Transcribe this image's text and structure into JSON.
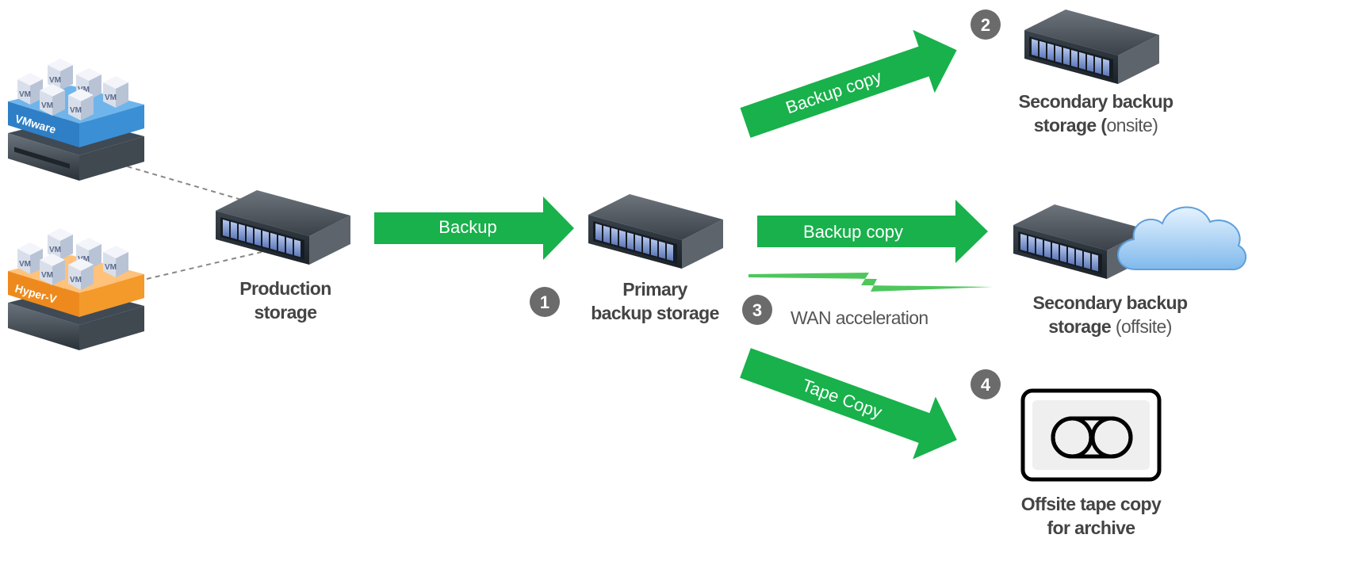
{
  "hypervisors": [
    {
      "label": "VMware",
      "vm_label": "VM",
      "color": "#3b8fd4"
    },
    {
      "label": "Hyper-V",
      "vm_label": "VM",
      "color": "#f39a2b"
    }
  ],
  "nodes": {
    "production": {
      "line1": "Production",
      "line2": "storage"
    },
    "primary": {
      "line1": "Primary",
      "line2": "backup storage"
    },
    "secondary_onsite": {
      "line1": "Secondary backup",
      "line2_bold": "storage (",
      "line2_light": "onsite)"
    },
    "secondary_offsite": {
      "line1": "Secondary backup",
      "line2_bold": "storage ",
      "line2_light": "(offsite)"
    },
    "tape": {
      "line1": "Offsite tape copy",
      "line2": "for archive"
    }
  },
  "arrows": {
    "backup": "Backup",
    "backup_copy_onsite": "Backup copy",
    "backup_copy_offsite": "Backup copy",
    "tape_copy": "Tape Copy"
  },
  "wan": {
    "label": "WAN acceleration"
  },
  "badges": {
    "b1": "1",
    "b2": "2",
    "b3": "3",
    "b4": "4"
  },
  "colors": {
    "arrow": "#18b14b",
    "badge": "#6b6b6b",
    "label": "#444444",
    "server_face": "#2c3640",
    "drive": "#8aa4d6"
  }
}
